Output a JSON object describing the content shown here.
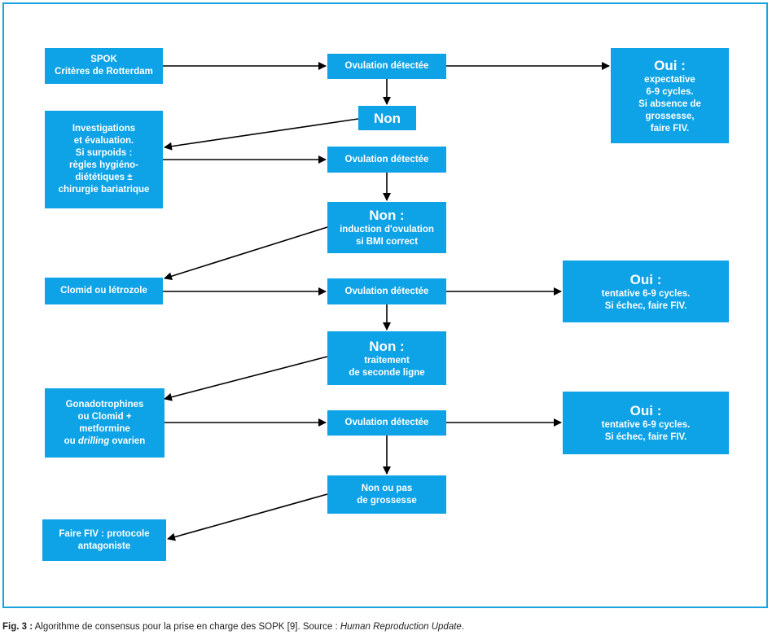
{
  "colors": {
    "box": "#0ea2e6",
    "border": "#1aa3e0",
    "arrow": "#000000"
  },
  "nodes": {
    "spok": {
      "lines": [
        "SPOK",
        "Critères de Rotterdam"
      ]
    },
    "ovul1": {
      "lines": [
        "Ovulation détectée"
      ]
    },
    "oui1": {
      "head": "Oui :",
      "lines": [
        "expectative",
        "6-9 cycles.",
        "Si absence de",
        "grossesse,",
        "faire FIV."
      ]
    },
    "non1": {
      "head": "Non"
    },
    "invest": {
      "lines": [
        "Investigations",
        "et évaluation.",
        "Si surpoids :",
        "règles hygiéno-",
        "diététiques ±",
        "chirurgie bariatrique"
      ]
    },
    "ovul2": {
      "lines": [
        "Ovulation détectée"
      ]
    },
    "non2": {
      "head": "Non :",
      "lines": [
        "induction d'ovulation",
        "si BMI correct"
      ]
    },
    "clomid": {
      "lines": [
        "Clomid ou létrozole"
      ]
    },
    "ovul3": {
      "lines": [
        "Ovulation détectée"
      ]
    },
    "oui2": {
      "head": "Oui :",
      "lines": [
        "tentative 6-9 cycles.",
        "Si échec, faire FIV."
      ]
    },
    "non3": {
      "head": "Non :",
      "lines": [
        "traitement",
        "de seconde ligne"
      ]
    },
    "gonado": {
      "lines": [
        "Gonadotrophines",
        "ou Clomid +",
        "metformine"
      ],
      "last_prefix": "ou ",
      "last_italic": "drilling",
      "last_suffix": " ovarien"
    },
    "ovul4": {
      "lines": [
        "Ovulation détectée"
      ]
    },
    "oui3": {
      "head": "Oui :",
      "lines": [
        "tentative 6-9 cycles.",
        "Si échec, faire FIV."
      ]
    },
    "nonpas": {
      "lines": [
        "Non ou pas",
        "de grossesse"
      ]
    },
    "fiv": {
      "lines": [
        "Faire FIV : protocole",
        "antagoniste"
      ]
    }
  },
  "caption": {
    "prefix": "Fig. 3 :",
    "text": " Algorithme de consensus pour la prise en charge des SOPK [9]. Source : ",
    "source": "Human Reproduction Update",
    "end": "."
  }
}
